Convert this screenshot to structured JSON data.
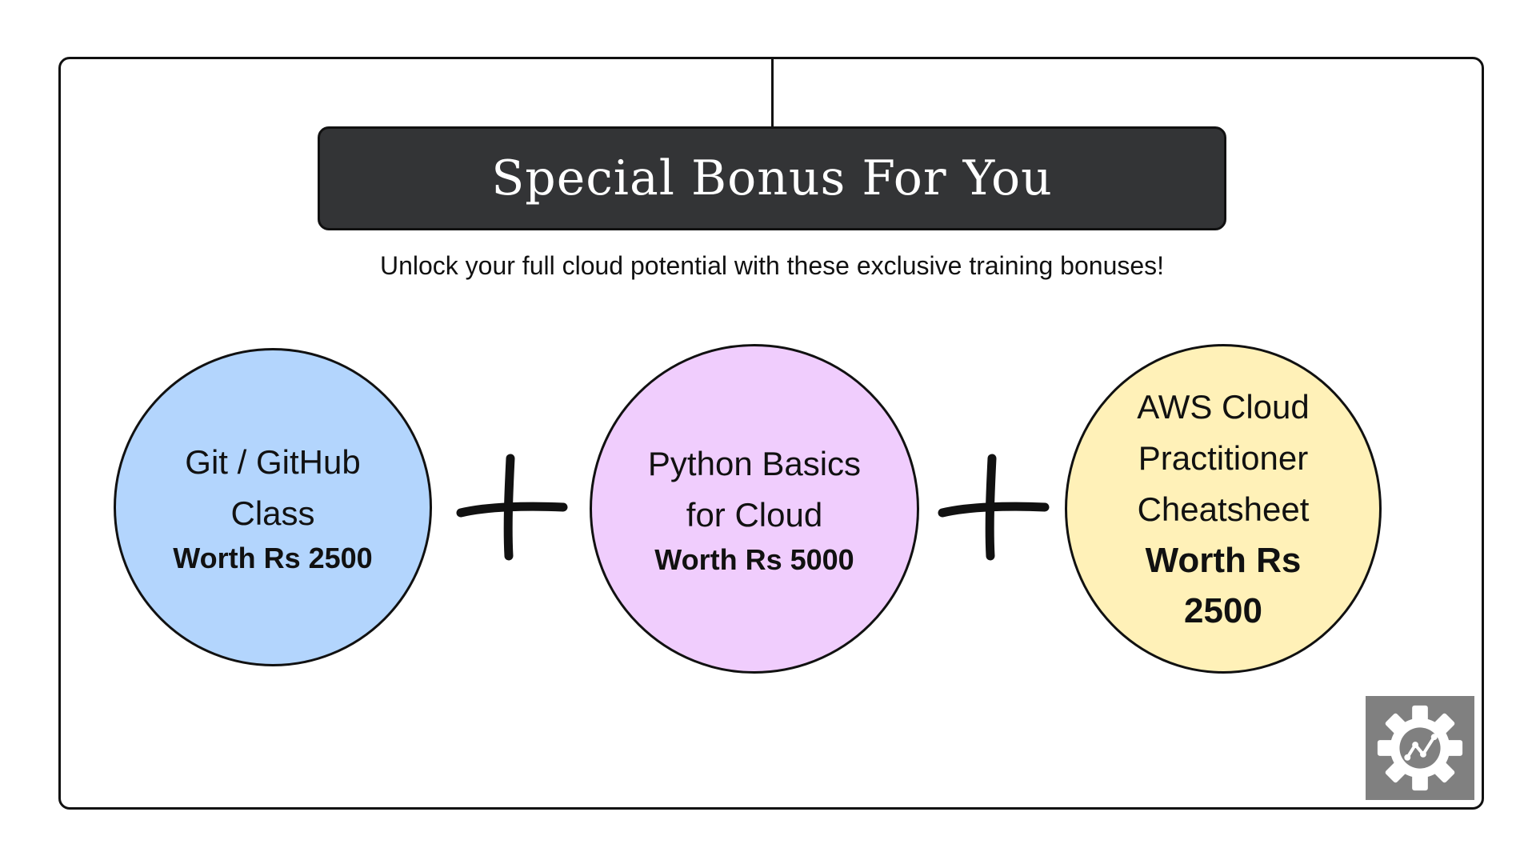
{
  "title": "Special Bonus For You",
  "subtitle": "Unlock your full cloud potential with these exclusive training bonuses!",
  "bonuses": [
    {
      "name": "Git / GitHub Class",
      "worth": "Worth Rs 2500",
      "color": "#b3d5fd"
    },
    {
      "name": "Python Basics for Cloud",
      "worth": "Worth Rs 5000",
      "color": "#f0cdfd"
    },
    {
      "name": "AWS Cloud Practitioner Cheatsheet",
      "worth": "Worth Rs 2500",
      "color": "#fff1b8"
    }
  ],
  "separator_icon": "plus-icon",
  "logo_icon": "gear-graph-logo-icon",
  "colors": {
    "title_bar": "#333436",
    "logo_bg": "#808080"
  }
}
